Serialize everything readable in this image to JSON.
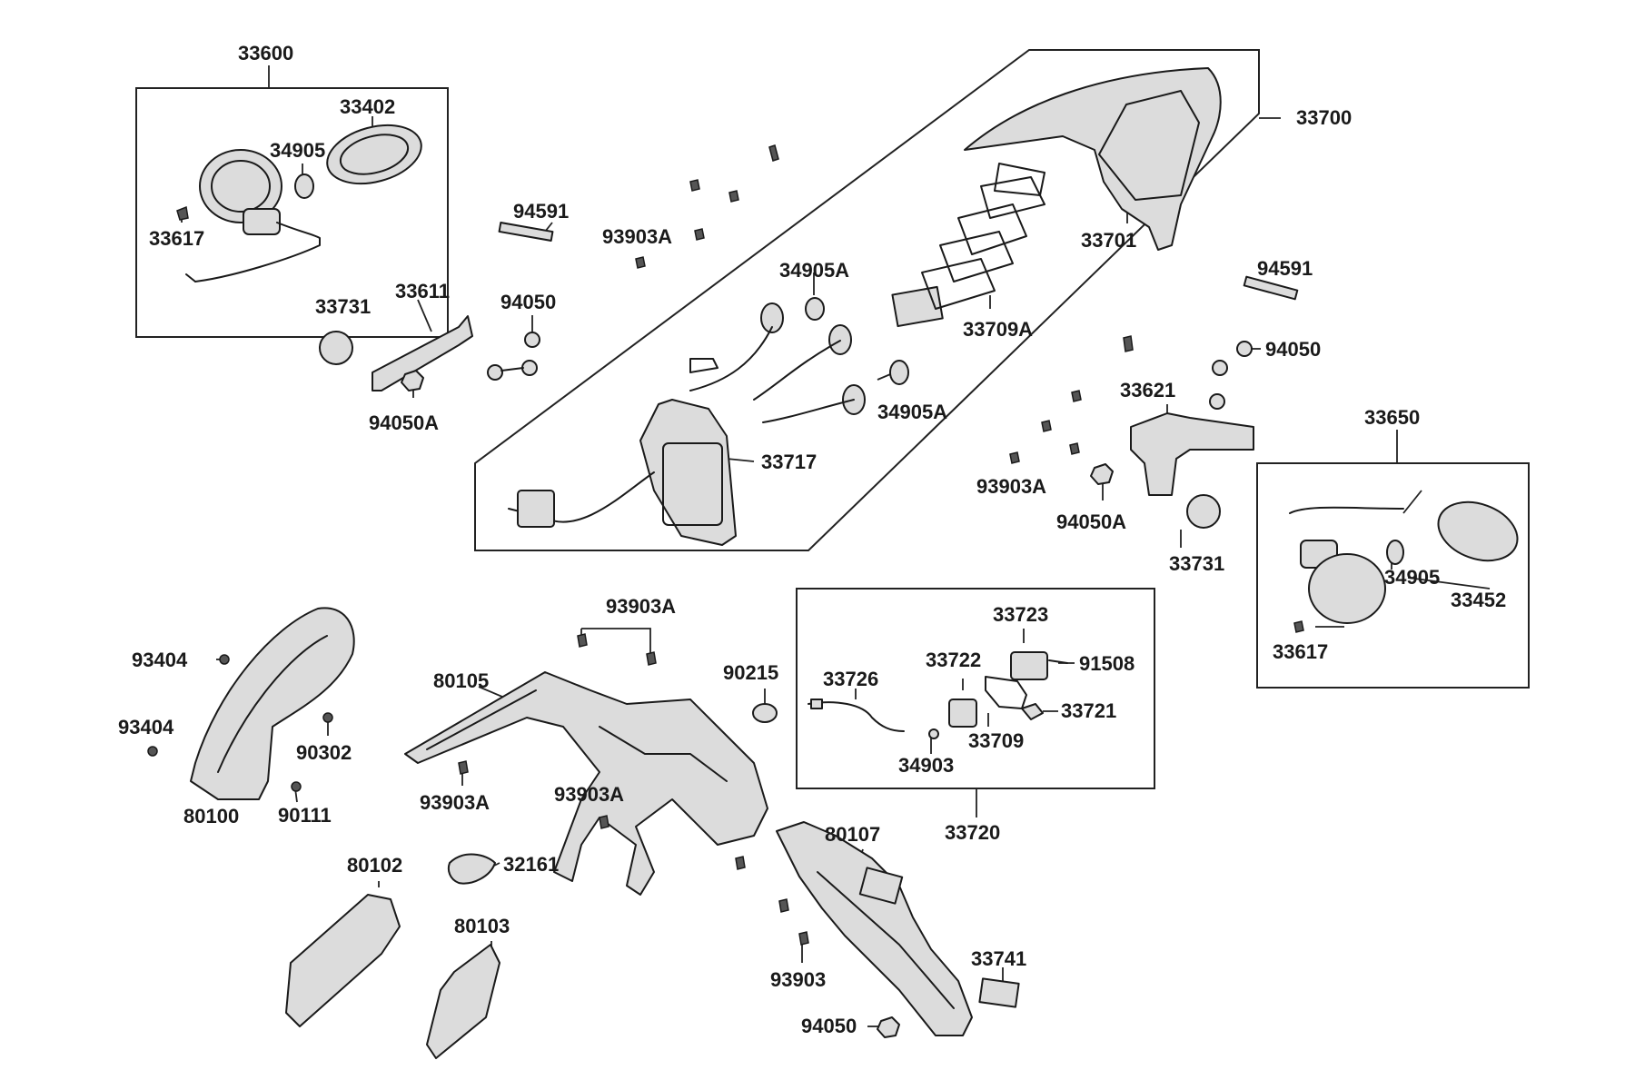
{
  "labels": {
    "l33600": "33600",
    "l33402": "33402",
    "l34905_left": "34905",
    "l33617_left": "33617",
    "l94591_top": "94591",
    "l93903A_top": "93903A",
    "l34905A_top": "34905A",
    "l33731_left": "33731",
    "l33611": "33611",
    "l94050_mid": "94050",
    "l94050A_left": "94050A",
    "l33700": "33700",
    "l33701": "33701",
    "l33709A": "33709A",
    "l34905A_mid": "34905A",
    "l33717": "33717",
    "l94591_right": "94591",
    "l94050_right": "94050",
    "l33621": "33621",
    "l93903A_right": "93903A",
    "l94050A_right": "94050A",
    "l33731_right": "33731",
    "l33650": "33650",
    "l34905_right": "34905",
    "l33452": "33452",
    "l33617_right": "33617",
    "l93903A_center": "93903A",
    "l80105": "80105",
    "l90215": "90215",
    "l93404_a": "93404",
    "l93404_b": "93404",
    "l90302": "90302",
    "l80100": "80100",
    "l90111": "90111",
    "l93903A_low1": "93903A",
    "l93903A_low2": "93903A",
    "l80102": "80102",
    "l32161": "32161",
    "l80103": "80103",
    "l80107": "80107",
    "l93903": "93903",
    "l33741": "33741",
    "l94050_bottom": "94050",
    "l33723": "33723",
    "l33722": "33722",
    "l91508": "91508",
    "l33726": "33726",
    "l33721": "33721",
    "l33709": "33709",
    "l34903": "34903",
    "l33720": "33720"
  }
}
